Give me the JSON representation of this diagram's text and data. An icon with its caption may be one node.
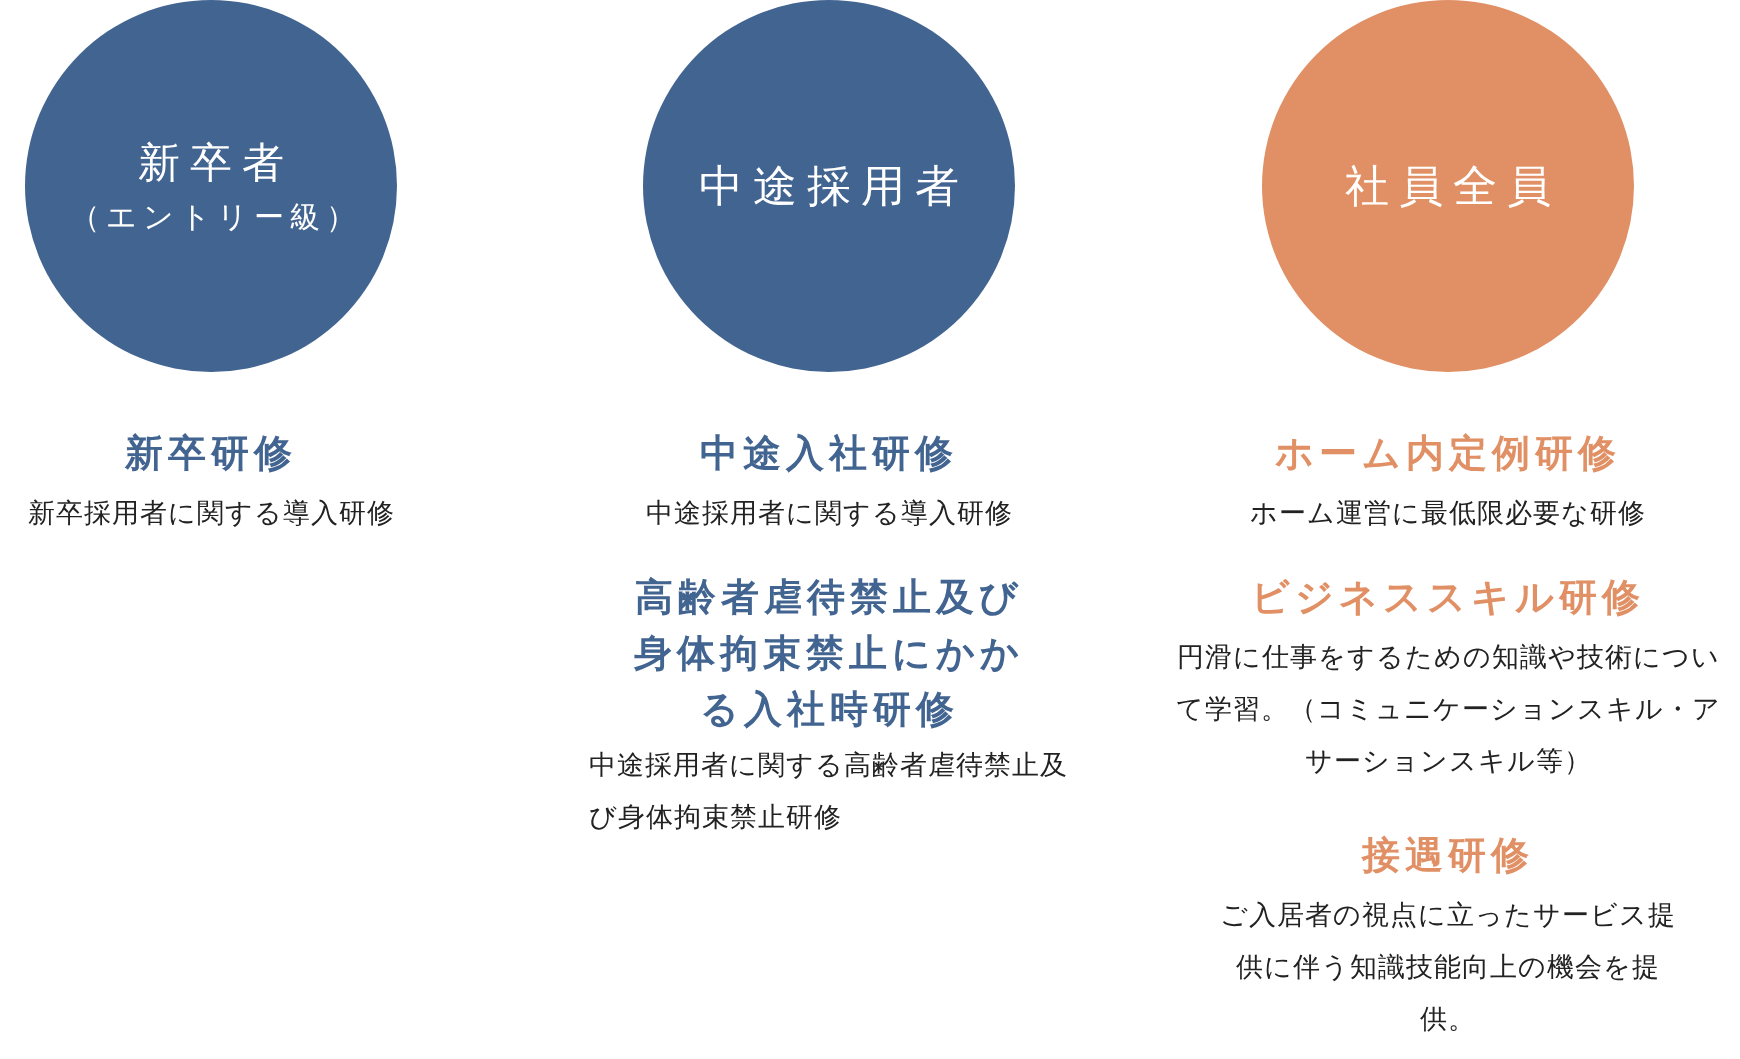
{
  "diagram": {
    "nodes": [
      {
        "text": [
          "新卒者",
          "（エントリー級）"
        ],
        "beside": [
          "新卒研修",
          "新卒採用者に関する導入研修"
        ]
      },
      {
        "text": [
          "中途採用者"
        ],
        "beside": [
          "中途入社研修",
          "中途採用者に関する導入研修",
          "高齢者虐待禁止及び身体拘束禁止にかかる入社時研修",
          "中途採用者に関する高齢者虐待禁止及び身体拘束禁止研修"
        ]
      },
      {
        "text": [
          "社員全員"
        ],
        "beside": [
          "ホーム内定例研修",
          "ホーム運営に最低限必要な研修",
          "ビジネススキル研修",
          "円滑に仕事をするための知識や技術について学習。（コミュニケーションスキル・アサーションスキル等）",
          "接遇研修",
          "ご入居者の視点に立ったサービス提供に伴う知識技能向上の機会を提供。"
        ]
      }
    ]
  }
}
